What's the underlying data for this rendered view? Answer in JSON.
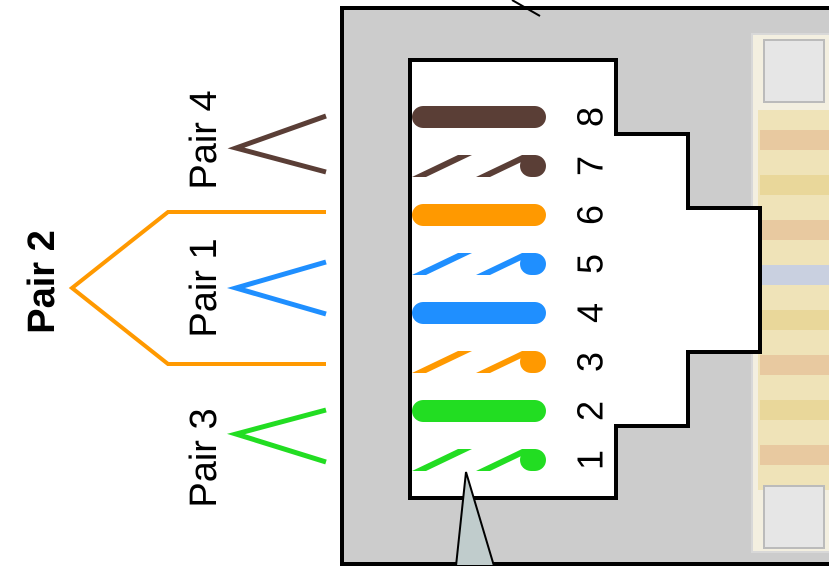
{
  "title": "Pair 2",
  "pair_labels": {
    "pair_3": "Pair 3",
    "pair_1": "Pair 1",
    "pair_4": "Pair 4"
  },
  "pins": [
    {
      "number": "1",
      "color": "#22dd22",
      "striped": true
    },
    {
      "number": "2",
      "color": "#22dd22",
      "striped": false
    },
    {
      "number": "3",
      "color": "#ff9900",
      "striped": true
    },
    {
      "number": "4",
      "color": "#1f8fff",
      "striped": false
    },
    {
      "number": "5",
      "color": "#1f8fff",
      "striped": true
    },
    {
      "number": "6",
      "color": "#ff9900",
      "striped": false
    },
    {
      "number": "7",
      "color": "#5a3e36",
      "striped": true
    },
    {
      "number": "8",
      "color": "#5a3e36",
      "striped": false
    }
  ],
  "colors": {
    "green": "#22dd22",
    "orange": "#ff9900",
    "blue": "#1f8fff",
    "brown": "#5a3e36",
    "jack_body": "#cccccc"
  }
}
